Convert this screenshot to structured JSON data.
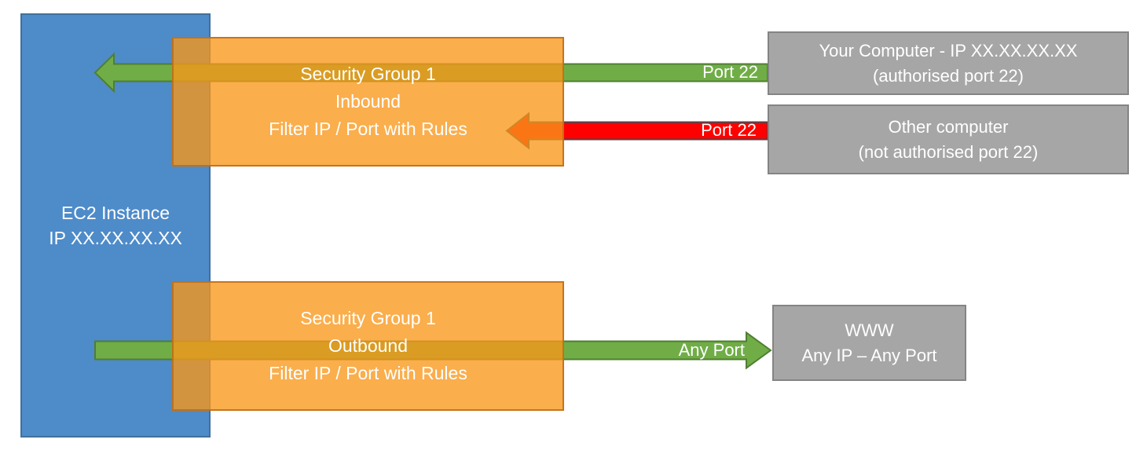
{
  "diagram": {
    "ec2": {
      "line1": "EC2 Instance",
      "line2": "IP XX.XX.XX.XX"
    },
    "sg_inbound": {
      "line1": "Security Group 1",
      "line2": "Inbound",
      "line3": "Filter IP / Port with Rules"
    },
    "sg_outbound": {
      "line1": "Security Group 1",
      "line2": "Outbound",
      "line3": "Filter IP / Port with Rules"
    },
    "your_computer": {
      "line1": "Your Computer - IP XX.XX.XX.XX",
      "line2": "(authorised port 22)"
    },
    "other_computer": {
      "line1": "Other computer",
      "line2": "(not authorised port 22)"
    },
    "www": {
      "line1": "WWW",
      "line2": "Any IP – Any Port"
    },
    "arrow_labels": {
      "inbound_allowed": "Port 22",
      "inbound_blocked": "Port 22",
      "outbound_allowed": "Any Port"
    },
    "colors": {
      "ec2_fill": "#4E8BC9",
      "ec2_border": "#41719C",
      "security_group_fill": "rgba(248,151,26,0.78)",
      "security_group_border": "#BB6B14",
      "allowed_arrow_fill": "#70AD47",
      "allowed_arrow_border": "#507E32",
      "blocked_arrow_fill": "#FF0000",
      "blocked_arrow_border": "#45494F",
      "endpoint_fill": "#A6A6A6",
      "endpoint_border": "#848484",
      "text": "#FFFFFF"
    }
  }
}
